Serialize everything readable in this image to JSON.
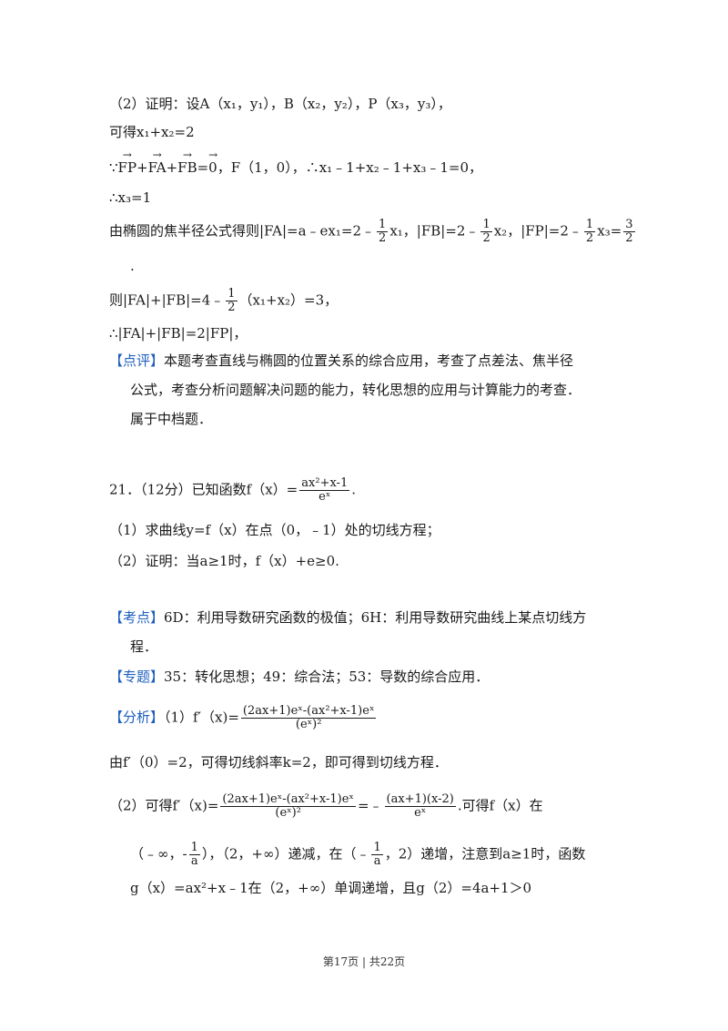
{
  "proof2": {
    "line1": "（2）证明：设A（x₁，y₁），B（x₂，y₂），P（x₃，y₃），",
    "line2": "可得x₁+x₂=2",
    "line3_vec1": "FP",
    "line3_vec2": "FA",
    "line3_vec3": "FB",
    "line3_vec4": "0",
    "line3_rest": "，F（1，0），∴x₁﹣1+x₂﹣1+x₃﹣1=0，",
    "line4": "∴x₃=1",
    "line5_a": "由椭圆的焦半径公式得则|FA|=a﹣ex₁=2﹣",
    "line5_b": "x₁，|FB|=2﹣",
    "line5_c": "x₂，|FP|=2﹣",
    "line5_d": "x₃=",
    "frac_num_1": "1",
    "frac_den_2": "2",
    "frac_num_3": "3",
    "line6": ".",
    "line7_a": "则|FA|+|FB|=4﹣",
    "line7_b": "（x₁+x₂）=3，",
    "line8": "∴|FA|+|FB|=2|FP|，"
  },
  "comment": {
    "tag": "【点评】",
    "text1": "本题考查直线与椭圆的位置关系的综合应用，考查了点差法、焦半径",
    "text2": "公式，考查分析问题解决问题的能力，转化思想的应用与计算能力的考查．",
    "text3": "属于中档题．"
  },
  "q21": {
    "stem_a": "21．（12分）已知函数f（x）=",
    "stem_num": "ax²+x-1",
    "stem_den": "eˣ",
    "stem_end": ".",
    "part1": "（1）求曲线y=f（x）在点（0，﹣1）处的切线方程；",
    "part2": "（2）证明：当a≥1时，f（x）+e≥0."
  },
  "kaodian": {
    "tag": "【考点】",
    "text1": "6D：利用导数研究函数的极值；6H：利用导数研究曲线上某点切线方",
    "text2": "程．"
  },
  "zhuanti": {
    "tag": "【专题】",
    "text": "35：转化思想；49：综合法；53：导数的综合应用．"
  },
  "fenxi": {
    "tag": "【分析】",
    "p1_a": "（1）f′（x)=",
    "p1_num": "(2ax+1)eˣ-(ax²+x-1)eˣ",
    "p1_den": "(eˣ)²",
    "line2": "由f′（0）=2，可得切线斜率k=2，即可得到切线方程．",
    "p2_a": "（2）可得f′（x)=",
    "p2_num1": "(2ax+1)eˣ-(ax²+x-1)eˣ",
    "p2_den1": "(eˣ)²",
    "p2_eq": "=﹣",
    "p2_num2": "(ax+1)(x-2)",
    "p2_den2": "eˣ",
    "p2_end": ".可得f（x）在",
    "p3_a": "（﹣∞，",
    "p3_neg": "-",
    "p3_num": "1",
    "p3_den": "a",
    "p3_b": "），（2，+∞）递减，在（﹣",
    "p3_c": "，2）递增，注意到a≥1时，函数",
    "p4": "g（x）=ax²+x﹣1在（2，+∞）单调递增，且g（2）=4a+1＞0"
  },
  "footer": "第17页 | 共22页",
  "colors": {
    "tag": "#1f5fbf",
    "text": "#1a1a1a"
  }
}
